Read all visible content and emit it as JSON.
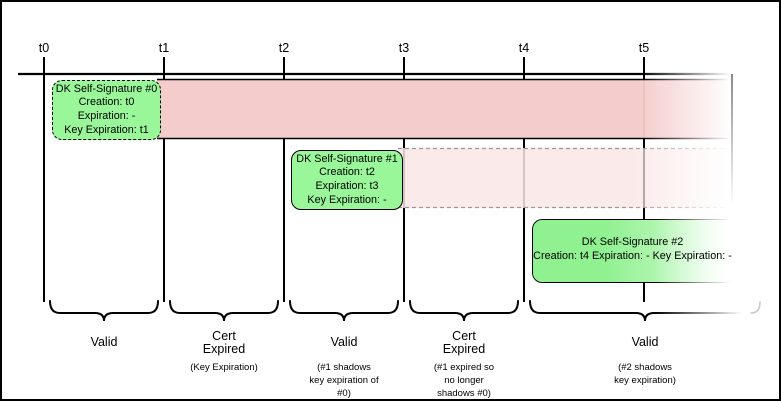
{
  "diagram": {
    "ticks": [
      "t0",
      "t1",
      "t2",
      "t3",
      "t4",
      "t5"
    ],
    "boxes": [
      {
        "title": "DK Self-Signature #0",
        "lines": [
          "Creation: t0",
          "Expiration: -",
          "Key Expiration: t1"
        ]
      },
      {
        "title": "DK Self-Signature #1",
        "lines": [
          "Creation: t2",
          "Expiration: t3",
          "Key Expiration: -"
        ]
      },
      {
        "title": "DK Self-Signature #2",
        "lines": [
          "Creation: t4",
          "Expiration: -",
          "Key Expiration: -"
        ]
      }
    ],
    "segments": [
      {
        "label": [
          "Valid"
        ],
        "note": []
      },
      {
        "label": [
          "Cert",
          "Expired"
        ],
        "note": [
          "(Key Expiration)"
        ]
      },
      {
        "label": [
          "Valid"
        ],
        "note": [
          "(#1 shadows",
          "key expiration of",
          "#0)"
        ]
      },
      {
        "label": [
          "Cert",
          "Expired"
        ],
        "note": [
          "(#1 expired so",
          "no longer",
          "shadows #0)"
        ]
      },
      {
        "label": [
          "Valid"
        ],
        "note": [
          "(#2 shadows",
          "key expiration)"
        ]
      }
    ],
    "colors": {
      "cert_expired_band": "#f5cccc",
      "shadow_band": "#fae6e6",
      "signature_box_green": "#99f799",
      "line": "#000000"
    }
  }
}
